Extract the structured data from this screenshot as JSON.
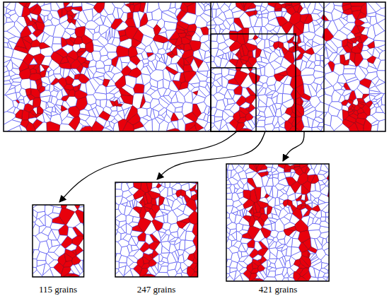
{
  "diagram": {
    "labels": [
      "115 grains",
      "247 grains",
      "421 grains"
    ]
  }
}
